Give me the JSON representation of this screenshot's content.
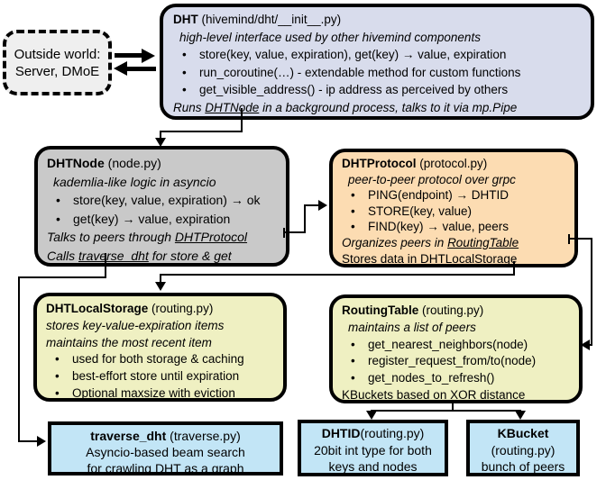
{
  "boxes": {
    "outside": {
      "line1": "Outside world:",
      "line2": "Server, DMoE"
    },
    "dht": {
      "title": "DHT",
      "title_suffix": " (hivemind/dht/__init__.py)",
      "subtitle": "high-level interface used by other hivemind components",
      "bullets": [
        "store(key, value, expiration), get(key) → value, expiration",
        "run_coroutine(…) - extendable method for custom functions",
        "get_visible_address() - ip address as perceived by others"
      ],
      "footer_pre": "Runs ",
      "footer_link": "DHTNode",
      "footer_post": " in a background process, talks to it via mp.Pipe"
    },
    "dhtnode": {
      "title": "DHTNode",
      "title_suffix": " (node.py)",
      "subtitle": "kademlia-like logic in asyncio",
      "bullets": [
        "store(key, value, expiration) → ok",
        "get(key) → value, expiration"
      ],
      "talks_pre": "Talks to peers through ",
      "talks_link": "DHTProtocol",
      "calls_pre": "Calls ",
      "calls_link": "traverse_dht",
      "calls_post": " for store & get"
    },
    "dhtprotocol": {
      "title": "DHTProtocol",
      "title_suffix": " (protocol.py)",
      "subtitle": "peer-to-peer protocol over grpc",
      "bullets": [
        "PING(endpoint) → DHTID",
        "STORE(key, value)",
        "FIND(key) → value, peers"
      ],
      "organizes_pre": "Organizes peers in ",
      "organizes_link": "RoutingTable",
      "stores_pre": "Stores data in DHT",
      "stores_link": "LocalStorage"
    },
    "localstorage": {
      "title": "DHTLocalStorage",
      "title_suffix": " (routing.py)",
      "subtitle1": "stores key-value-expiration items",
      "subtitle2": "maintains the most recent item",
      "bullets": [
        "used for both storage & caching",
        "best-effort store until expiration",
        "Optional maxsize with eviction"
      ]
    },
    "routingtable": {
      "title": "RoutingTable",
      "title_suffix": " (routing.py)",
      "subtitle": "maintains a list of peers",
      "bullets": [
        "get_nearest_neighbors(node)",
        "register_request_from/to(node)",
        "get_nodes_to_refresh()"
      ],
      "footer": "KBuckets based on XOR distance"
    },
    "traverse": {
      "title": "traverse_dht",
      "title_suffix": " (traverse.py)",
      "line2": "Asyncio-based beam search",
      "line3": "for crawling DHT as a graph"
    },
    "dhtid": {
      "title": "DHTID",
      "title_suffix": "(routing.py)",
      "line2": "20bit int type for both",
      "line3": "keys and nodes"
    },
    "kbucket": {
      "title": "KBucket",
      "line2": "(routing.py)",
      "line3": "bunch of peers"
    }
  },
  "colors": {
    "dht_fill": "#d8dcec",
    "dhtnode_fill": "#c9c9c9",
    "dhtprotocol_fill": "#fcdcb2",
    "storage_fill": "#eff0c2",
    "blue_fill": "#c2e5f6",
    "outside_fill": "#efefef",
    "line_color": "#000000"
  }
}
